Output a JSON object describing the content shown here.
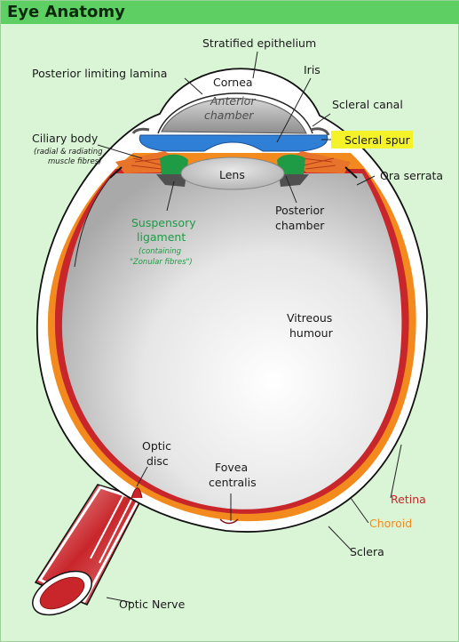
{
  "title": "Eye Anatomy",
  "labels": {
    "stratified_epithelium": "Stratified epithelium",
    "posterior_limiting_lamina": "Posterior limiting lamina",
    "cornea": "Cornea",
    "iris": "Iris",
    "anterior_chamber_1": "Anterior",
    "anterior_chamber_2": "chamber",
    "scleral_canal": "Scleral canal",
    "scleral_spur": "Scleral spur",
    "ciliary_body": "Ciliary body",
    "ciliary_sub_1": "(radial & radiating",
    "ciliary_sub_2": "muscle fibres)",
    "lens": "Lens",
    "ora_serrata": "Ora serrata",
    "suspensory_1": "Suspensory",
    "suspensory_2": "ligament",
    "suspensory_sub_1": "(containing",
    "suspensory_sub_2": "\"Zonular fibres\")",
    "posterior_chamber_1": "Posterior",
    "posterior_chamber_2": "chamber",
    "vitreous_1": "Vitreous",
    "vitreous_2": "humour",
    "optic_disc_1": "Optic",
    "optic_disc_2": "disc",
    "fovea_1": "Fovea",
    "fovea_2": "centralis",
    "retina": "Retina",
    "choroid": "Choroid",
    "sclera": "Sclera",
    "optic_nerve": "Optic Nerve"
  },
  "colors": {
    "background": "#d9f5d6",
    "header": "#5dcf63",
    "sclera": "#ffffff",
    "choroid": "#f28a1e",
    "retina": "#c8262b",
    "vitreous": "#d9d9d9",
    "iris": "#2f7fd6",
    "ligament": "#1f9a45",
    "highlight": "#f4f32a",
    "retina_label": "#c8262b",
    "choroid_label": "#f28a1e",
    "suspensory_label": "#1f9a45"
  }
}
